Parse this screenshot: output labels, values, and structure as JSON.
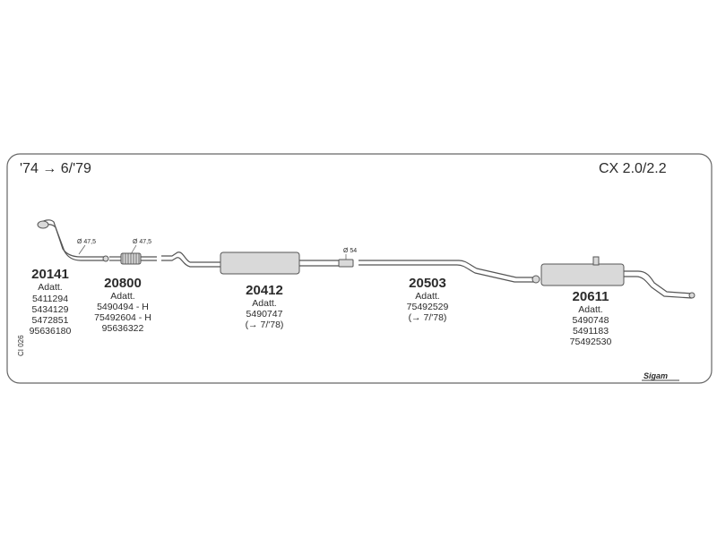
{
  "header": {
    "years": "'74 → 6/'79",
    "model": "CX 2.0/2.2"
  },
  "side_code": "CI 026",
  "brand": "Sigam",
  "dimensions": {
    "d1": "Ø 47,5",
    "d2": "Ø 47,5",
    "d3": "Ø 54"
  },
  "parts": [
    {
      "code": "20141",
      "lines": [
        "Adatt.",
        "5411294",
        "5434129",
        "5472851",
        "95636180"
      ]
    },
    {
      "code": "20800",
      "lines": [
        "Adatt.",
        "5490494 - H",
        "75492604 - H",
        "95636322"
      ]
    },
    {
      "code": "20412",
      "lines": [
        "Adatt.",
        "5490747",
        "(→ 7/'78)"
      ]
    },
    {
      "code": "20503",
      "lines": [
        "Adatt.",
        "75492529",
        "(→ 7/'78)"
      ]
    },
    {
      "code": "20611",
      "lines": [
        "Adatt.",
        "5490748",
        "5491183",
        "75492530"
      ]
    }
  ],
  "colors": {
    "line": "#555555",
    "text": "#2b2b2b",
    "fill": "#d9d9d9"
  }
}
